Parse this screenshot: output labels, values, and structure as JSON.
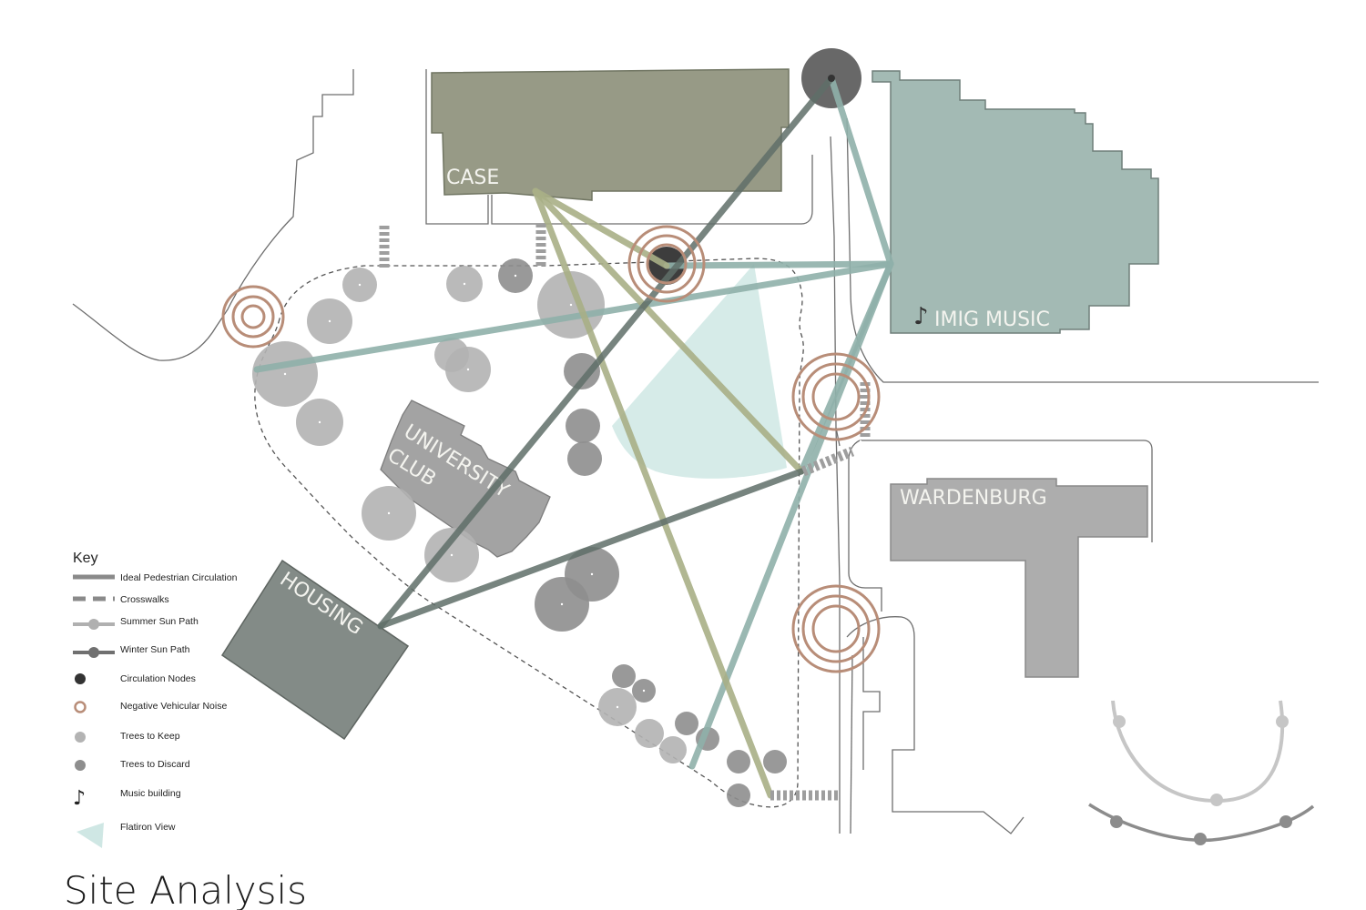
{
  "title": "Site Analysis",
  "buildings": {
    "case": "CASE",
    "imig": "IMIG MUSIC",
    "university_club_line1": "UNIVERSITY",
    "university_club_line2": "CLUB",
    "wardenburg": "WARDENBURG",
    "housing": "HOUSING"
  },
  "key": {
    "title": "Key",
    "items": [
      {
        "label": "Ideal Pedestrian Circulation",
        "icon": "pedestrian-line"
      },
      {
        "label": "Crosswalks",
        "icon": "crosswalk-dash"
      },
      {
        "label": "Summer Sun Path",
        "icon": "summer-sun-line"
      },
      {
        "label": "Winter Sun Path",
        "icon": "winter-sun-line"
      },
      {
        "label": "Circulation Nodes",
        "icon": "node-dot"
      },
      {
        "label": "Negative Vehicular Noise",
        "icon": "noise-ring"
      },
      {
        "label": "Trees to Keep",
        "icon": "tree-keep"
      },
      {
        "label": "Trees to Discard",
        "icon": "tree-discard"
      },
      {
        "label": "Music building",
        "icon": "music-note"
      },
      {
        "label": "Flatiron View",
        "icon": "view-wedge"
      }
    ]
  },
  "colors": {
    "case_building": "#979a86",
    "imig_building": "#a3bab4",
    "wardenburg_building": "#adadad",
    "housing_building": "#838b87",
    "university_club": "#a3a3a3",
    "pedestrian_path": "#8fb0aa",
    "summer_sun_path": "#a9af86",
    "winter_sun_path": "#5f6f69",
    "noise_ring": "#b88d78",
    "tree_keep": "#b3b3b3",
    "tree_discard": "#8e8e8e",
    "flatiron_view": "#cfe7e4"
  }
}
